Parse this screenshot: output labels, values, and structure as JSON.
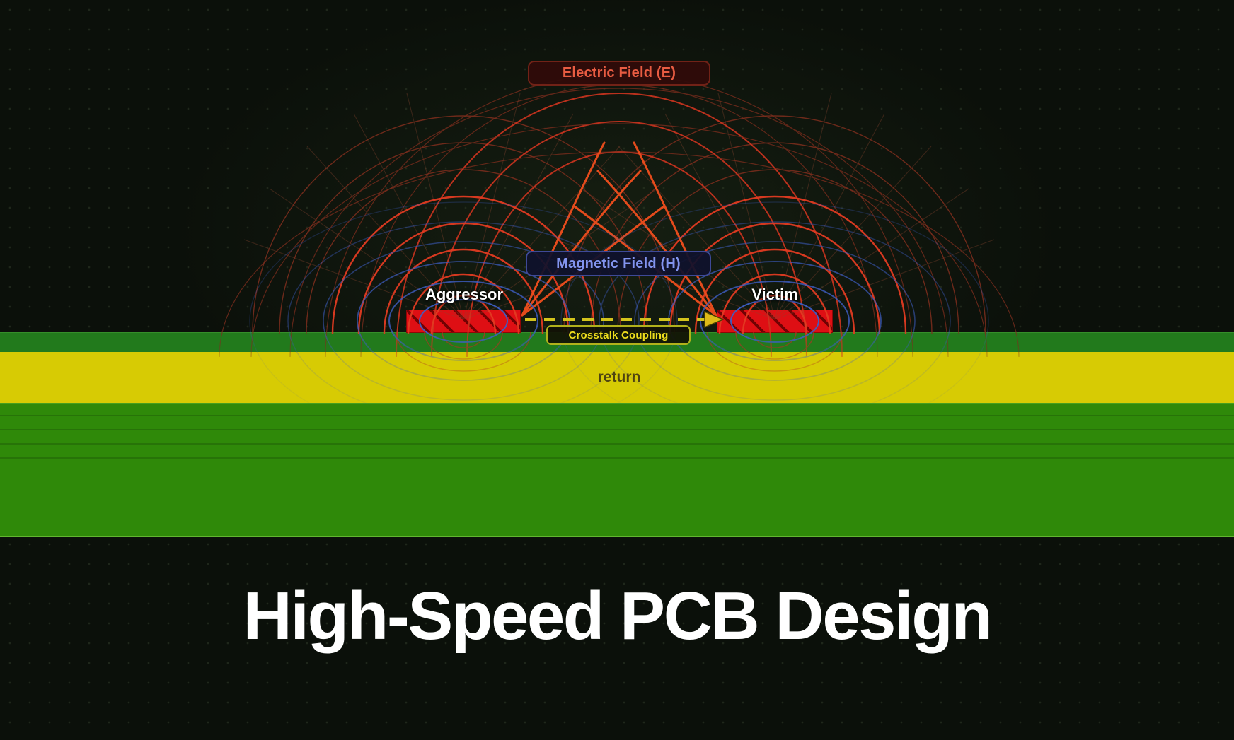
{
  "title": "High-Speed PCB Design",
  "diagram": {
    "electric_field_label": "Electric Field (E)",
    "magnetic_field_label": "Magnetic Field (H)",
    "crosstalk_label": "Crosstalk Coupling",
    "aggressor_label": "Aggressor",
    "victim_label": "Victim",
    "return_label": "return",
    "colors": {
      "background": "#0b100a",
      "electric_field_text": "#e85c42",
      "electric_field_lines": "#e23b22",
      "magnetic_field_text": "#8294ee",
      "magnetic_field_lines": "#3e5ec4",
      "crosstalk_yellow": "#eedd1d",
      "trace_red": "#de0f14",
      "solder_mask_green": "#227a1c",
      "return_plane_yellow": "#d7cb04",
      "substrate_green": "#2f8909",
      "title_white": "#ffffff"
    }
  }
}
